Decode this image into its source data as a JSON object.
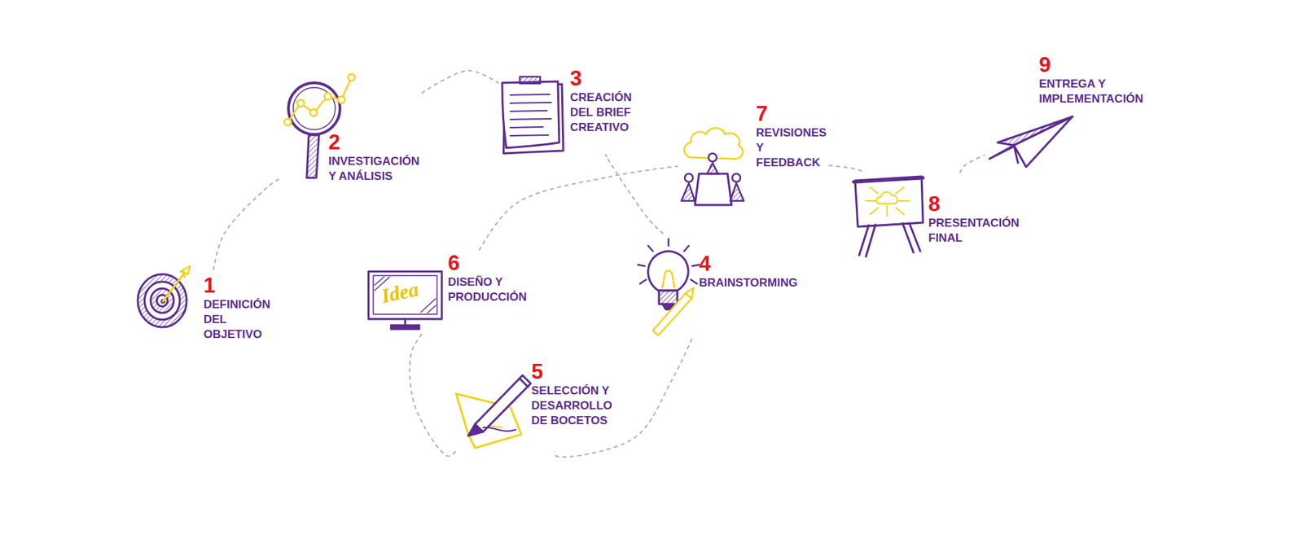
{
  "diagram": {
    "nodes": [
      {
        "text": [
          "1",
          "DEFINICIÓN DEL OBJETIVO"
        ]
      },
      {
        "text": [
          "2",
          "INVESTIGACIÓN Y ANÁLISIS"
        ]
      },
      {
        "text": [
          "3",
          "CREACIÓN DEL BRIEF CREATIVO"
        ]
      },
      {
        "text": [
          "4",
          "BRAINSTORMING"
        ]
      },
      {
        "text": [
          "5",
          "SELECCIÓN Y DESARROLLO DE BOCETOS"
        ]
      },
      {
        "text": [
          "6",
          "DISEÑO Y PRODUCCIÓN"
        ]
      },
      {
        "text": [
          "7",
          "REVISIONES Y FEEDBACK"
        ]
      },
      {
        "text": [
          "8",
          "PRESENTACIÓN FINAL"
        ]
      },
      {
        "text": [
          "9",
          "ENTREGA Y IMPLEMENTACIÓN"
        ]
      }
    ],
    "edges": [
      {
        "from": 0,
        "to": 1,
        "arrow": "none"
      },
      {
        "from": 1,
        "to": 2,
        "arrow": "none"
      },
      {
        "from": 2,
        "to": 3,
        "arrow": "none"
      },
      {
        "from": 3,
        "to": 4,
        "arrow": "none"
      },
      {
        "from": 4,
        "to": 5,
        "arrow": "none"
      },
      {
        "from": 5,
        "to": 6,
        "arrow": "none"
      },
      {
        "from": 6,
        "to": 7,
        "arrow": "none"
      },
      {
        "from": 7,
        "to": 8,
        "arrow": "none"
      }
    ],
    "labels": [
      "Idea"
    ]
  }
}
